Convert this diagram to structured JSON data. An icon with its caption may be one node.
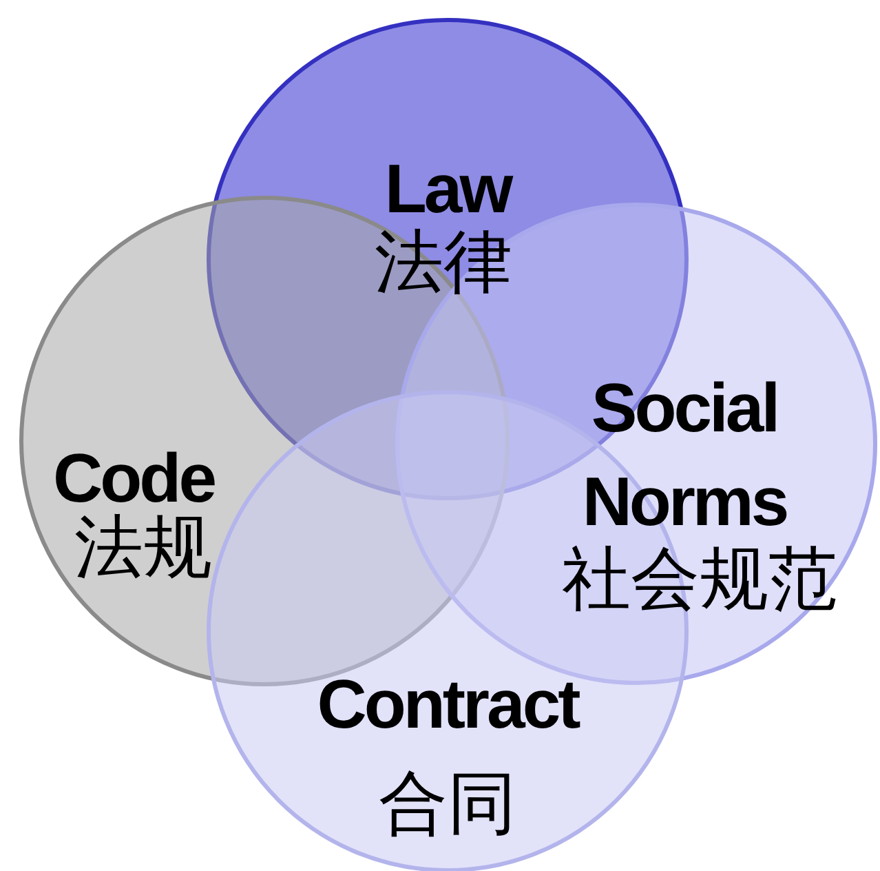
{
  "diagram": {
    "nodes": [
      {
        "text": [
          "Law",
          "法律"
        ]
      },
      {
        "text": [
          "Code",
          "法规"
        ]
      },
      {
        "text": [
          "Social Norms",
          "社会规范"
        ]
      },
      {
        "text": [
          "Contract",
          "合同"
        ]
      }
    ]
  }
}
